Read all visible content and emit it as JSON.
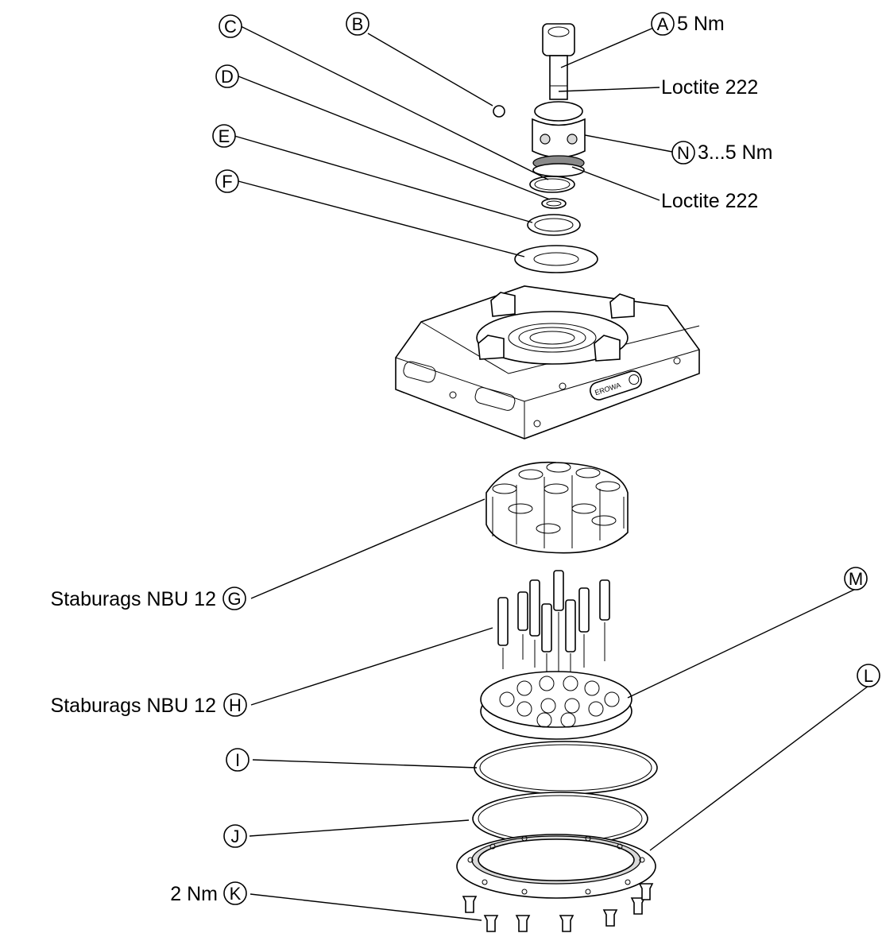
{
  "callouts": {
    "A": {
      "letter": "A",
      "note": "5 Nm"
    },
    "B": {
      "letter": "B"
    },
    "C": {
      "letter": "C"
    },
    "D": {
      "letter": "D"
    },
    "E": {
      "letter": "E"
    },
    "F": {
      "letter": "F"
    },
    "G": {
      "letter": "G",
      "note": "Staburags NBU 12"
    },
    "H": {
      "letter": "H",
      "note": "Staburags NBU 12"
    },
    "I": {
      "letter": "I"
    },
    "J": {
      "letter": "J"
    },
    "K": {
      "letter": "K",
      "note": "2 Nm"
    },
    "L": {
      "letter": "L"
    },
    "M": {
      "letter": "M"
    },
    "N": {
      "letter": "N",
      "note": "3...5 Nm"
    }
  },
  "annotations": {
    "screw_thread": "Loctite 222",
    "insert_thread": "Loctite 222"
  },
  "logo": {
    "text": "EROWA"
  }
}
